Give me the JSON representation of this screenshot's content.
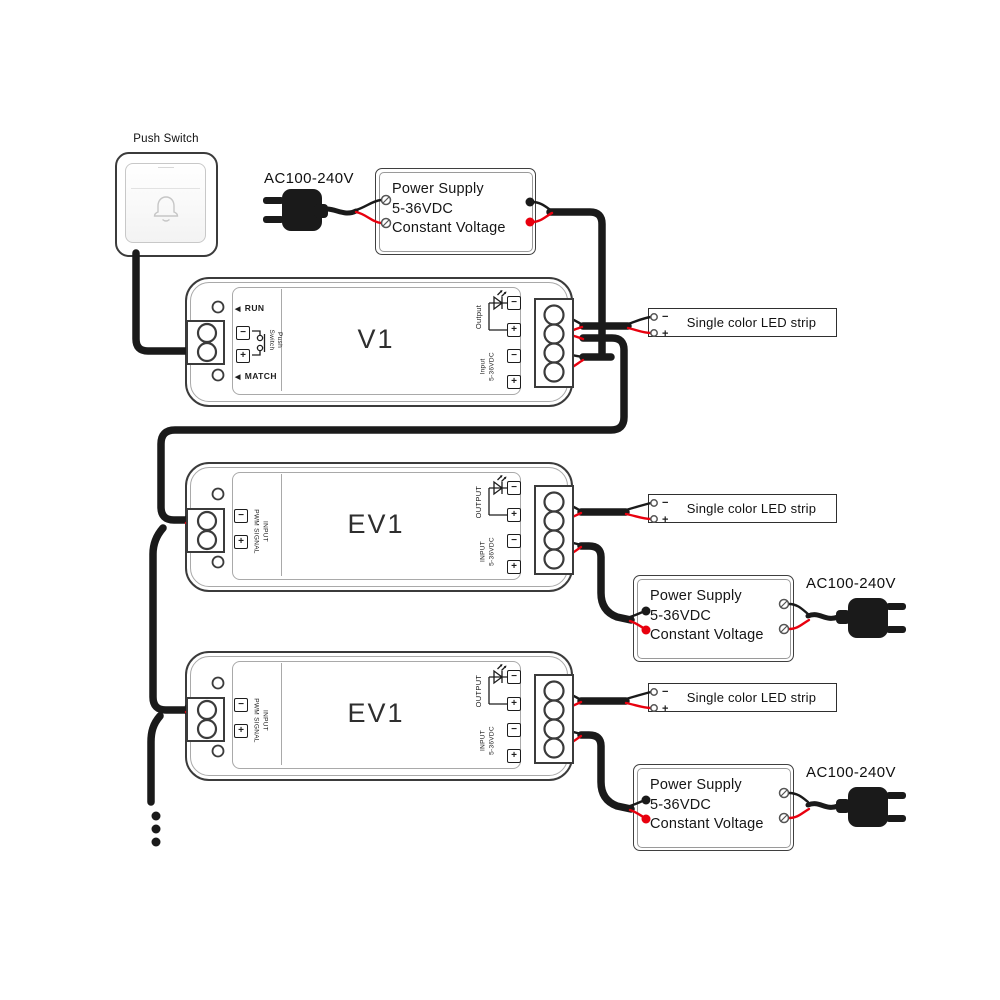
{
  "labels": {
    "push_switch": "Push Switch",
    "ac": [
      "AC100-240V",
      "AC100-240V",
      "AC100-240V"
    ]
  },
  "power_supplies": [
    {
      "line1": "Power Supply",
      "line2": "5-36VDC",
      "line3": "Constant Voltage"
    },
    {
      "line1": "Power Supply",
      "line2": "5-36VDC",
      "line3": "Constant Voltage"
    },
    {
      "line1": "Power Supply",
      "line2": "5-36VDC",
      "line3": "Constant Voltage"
    }
  ],
  "controllers": {
    "v1": {
      "name": "V1",
      "arrow": "◀",
      "run_label": "RUN",
      "match_label": "MATCH",
      "push_switch_label": "Push\nSwitch",
      "output_label": "Output",
      "input_label": "Input\n5-36VDC"
    },
    "ev1a": {
      "name": "EV1",
      "signal_label": "INPUT\nPWM SIGNAL",
      "output_label": "OUTPUT",
      "input_label": "INPUT\n5-36VDC"
    },
    "ev1b": {
      "name": "EV1",
      "signal_label": "INPUT\nPWM SIGNAL",
      "output_label": "OUTPUT",
      "input_label": "INPUT\n5-36VDC"
    }
  },
  "led_strips": [
    {
      "label": "Single color LED strip"
    },
    {
      "label": "Single color LED strip"
    },
    {
      "label": "Single color LED strip"
    }
  ],
  "symbols": {
    "minus": "−",
    "plus": "+"
  },
  "colors": {
    "wire_black": "#1a1a1a",
    "wire_red": "#e8000e",
    "outline": "#3b3b3b"
  }
}
